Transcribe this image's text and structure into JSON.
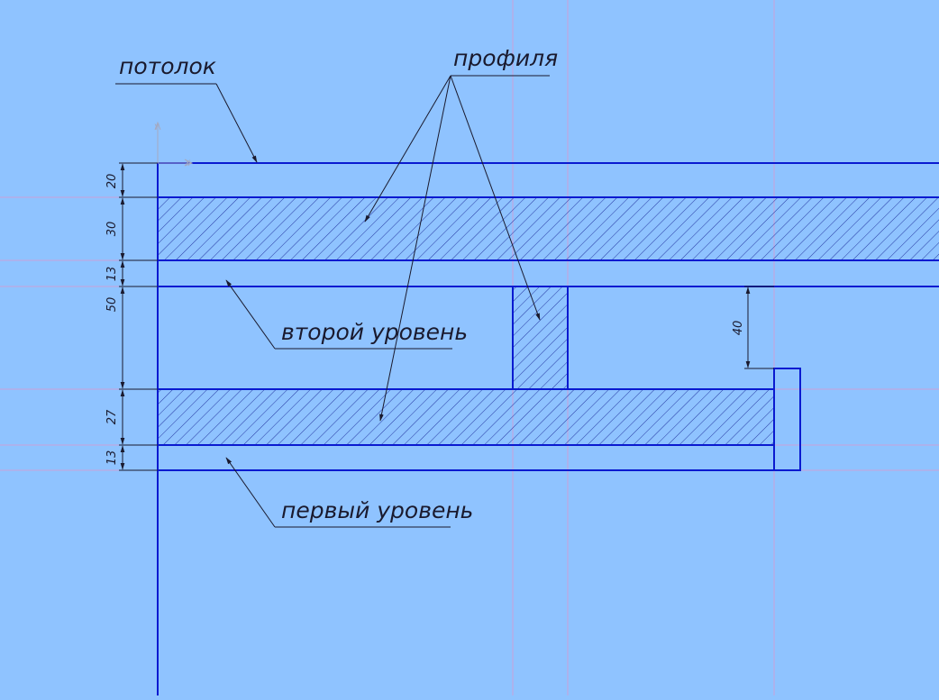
{
  "colors": {
    "background": "#8fc3ff",
    "outline": "#0a1ad0",
    "hatch": "#1a2a9a",
    "leader": "#1a1a2e",
    "guide": "#c9a0d8"
  },
  "labels": {
    "ceiling": "потолок",
    "profiles": "профиля",
    "second_level": "второй уровень",
    "first_level": "первый уровень"
  },
  "dimensions": {
    "d20": "20",
    "d30": "30",
    "d13a": "13",
    "d50": "50",
    "d27": "27",
    "d13b": "13",
    "d40": "40"
  },
  "icons": {
    "origin": "coordinate-origin-icon"
  }
}
